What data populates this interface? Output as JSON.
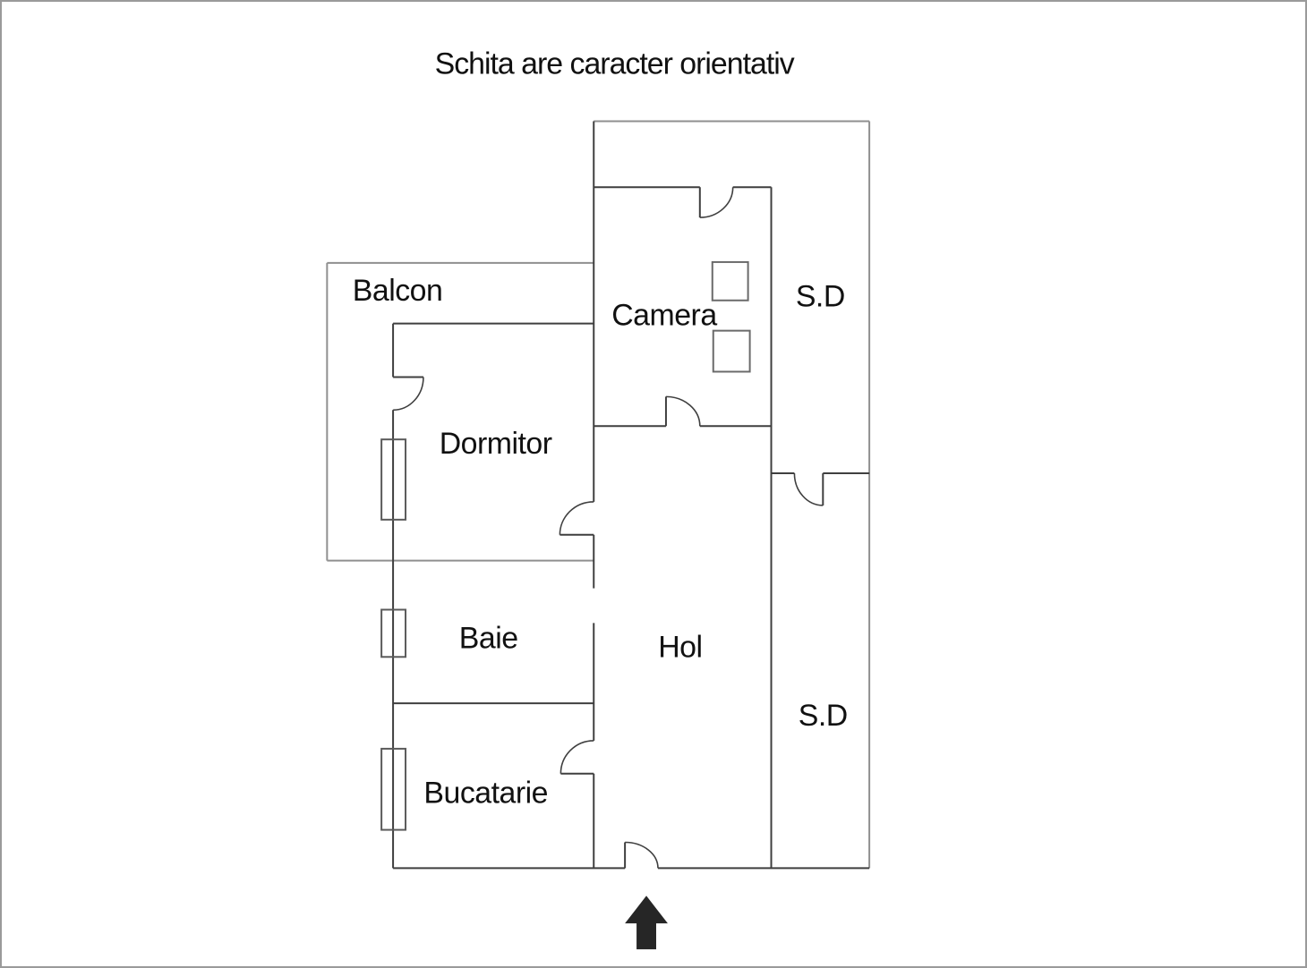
{
  "title": "Schita are caracter orientativ",
  "rooms": {
    "balcon": {
      "label": "Balcon"
    },
    "camera": {
      "label": "Camera"
    },
    "sd_top": {
      "label": "S.D"
    },
    "dormitor": {
      "label": "Dormitor"
    },
    "baie": {
      "label": "Baie"
    },
    "hol": {
      "label": "Hol"
    },
    "sd_bottom": {
      "label": "S.D"
    },
    "bucatarie": {
      "label": "Bucatarie"
    }
  },
  "colors": {
    "interior_wall": "#3f3f3f",
    "outer_wall": "#8f8f8f",
    "window_frame": "#5a5a5a",
    "furniture": "#6a6a6a",
    "text": "#111111",
    "arrow": "#262626",
    "frame_border": "#9a9a9a",
    "background": "#ffffff"
  },
  "icons": {
    "entrance_arrow": "up-arrow"
  }
}
